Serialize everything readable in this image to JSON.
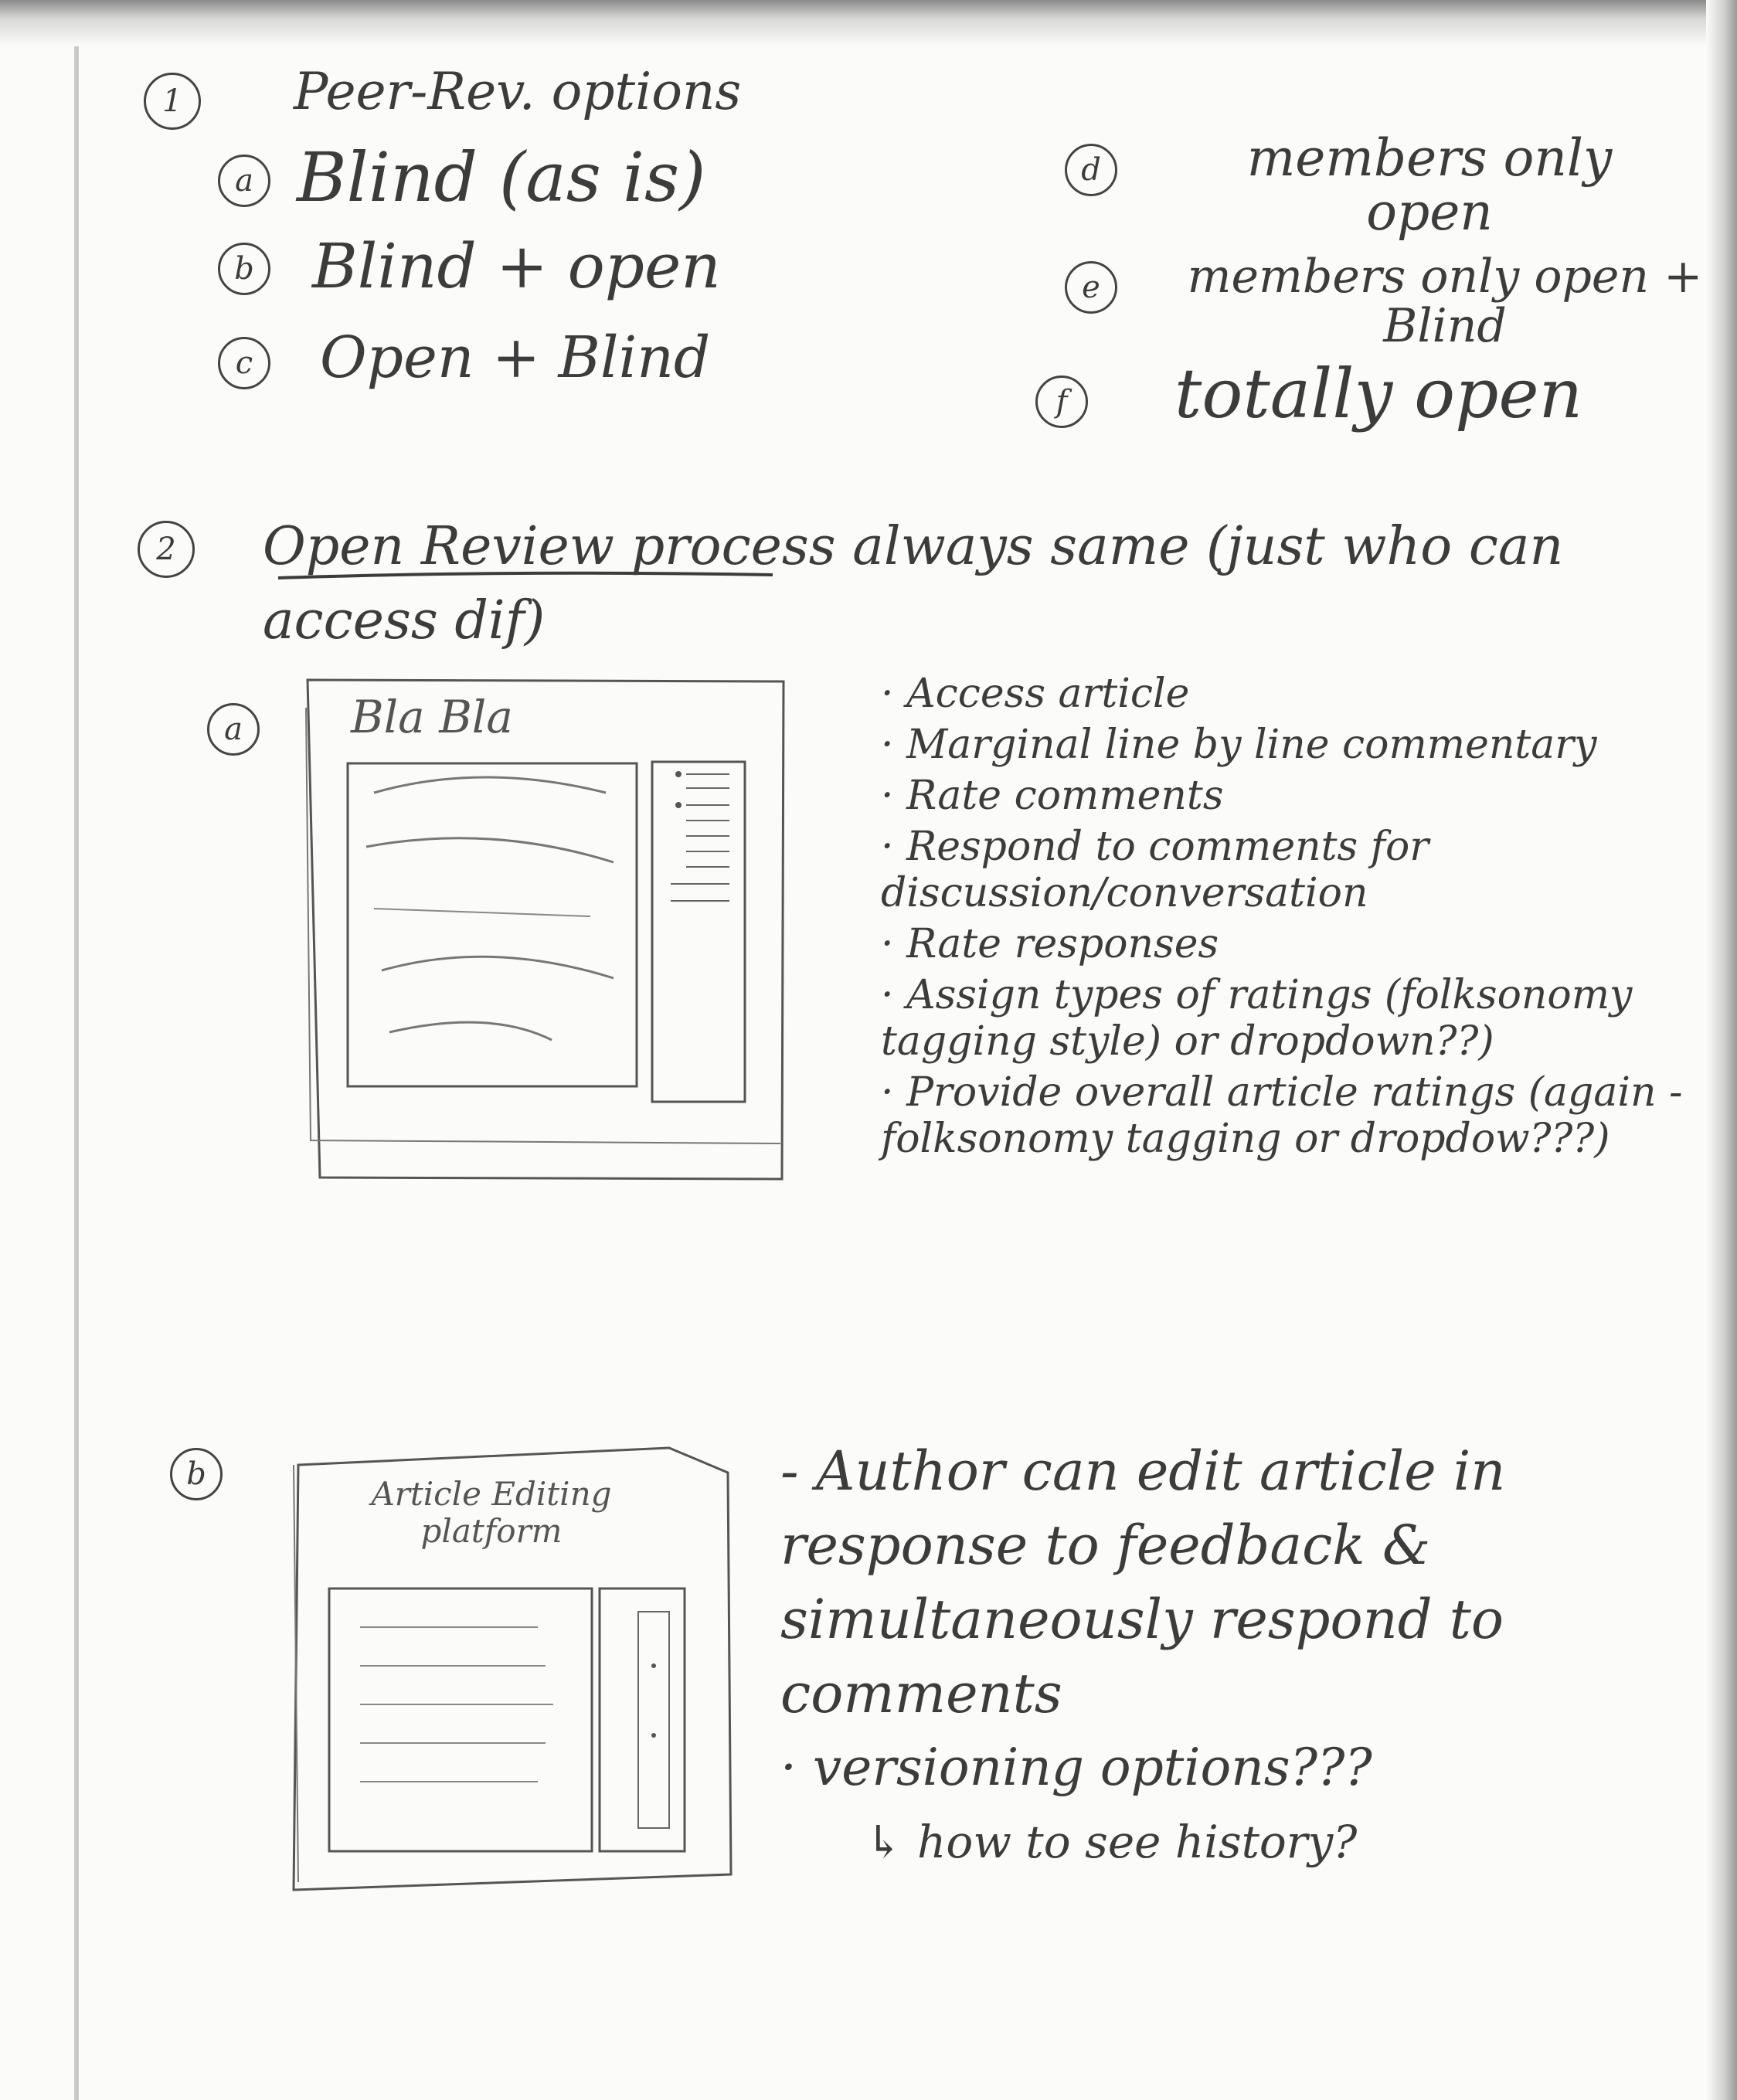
{
  "section1": {
    "number": "1",
    "title": "Peer-Rev. options",
    "options": [
      {
        "key": "a",
        "text": "Blind (as is)"
      },
      {
        "key": "b",
        "text": "Blind + open"
      },
      {
        "key": "c",
        "text": "Open + Blind"
      },
      {
        "key": "d",
        "text": "members only open"
      },
      {
        "key": "e",
        "text": "members only open + Blind"
      },
      {
        "key": "f",
        "text": "totally open"
      }
    ]
  },
  "section2": {
    "number": "2",
    "title": "Open Review process always same (just who can access dif)",
    "sub_a": {
      "key": "a",
      "sketch_title": "Bla Bla",
      "bullets": [
        "Access article",
        "Marginal line by line commentary",
        "Rate comments",
        "Respond to comments for discussion/conversation",
        "Rate responses",
        "Assign types of ratings (folksonomy tagging style) or dropdown??)",
        "Provide overall article ratings (again - folksonomy tagging or dropdow???)"
      ]
    },
    "sub_b": {
      "key": "b",
      "sketch_title": "Article Editing platform",
      "bullets": [
        "Author can edit article in response to feedback & simultaneously respond to comments",
        "versioning options???",
        "how to see history?"
      ]
    }
  }
}
